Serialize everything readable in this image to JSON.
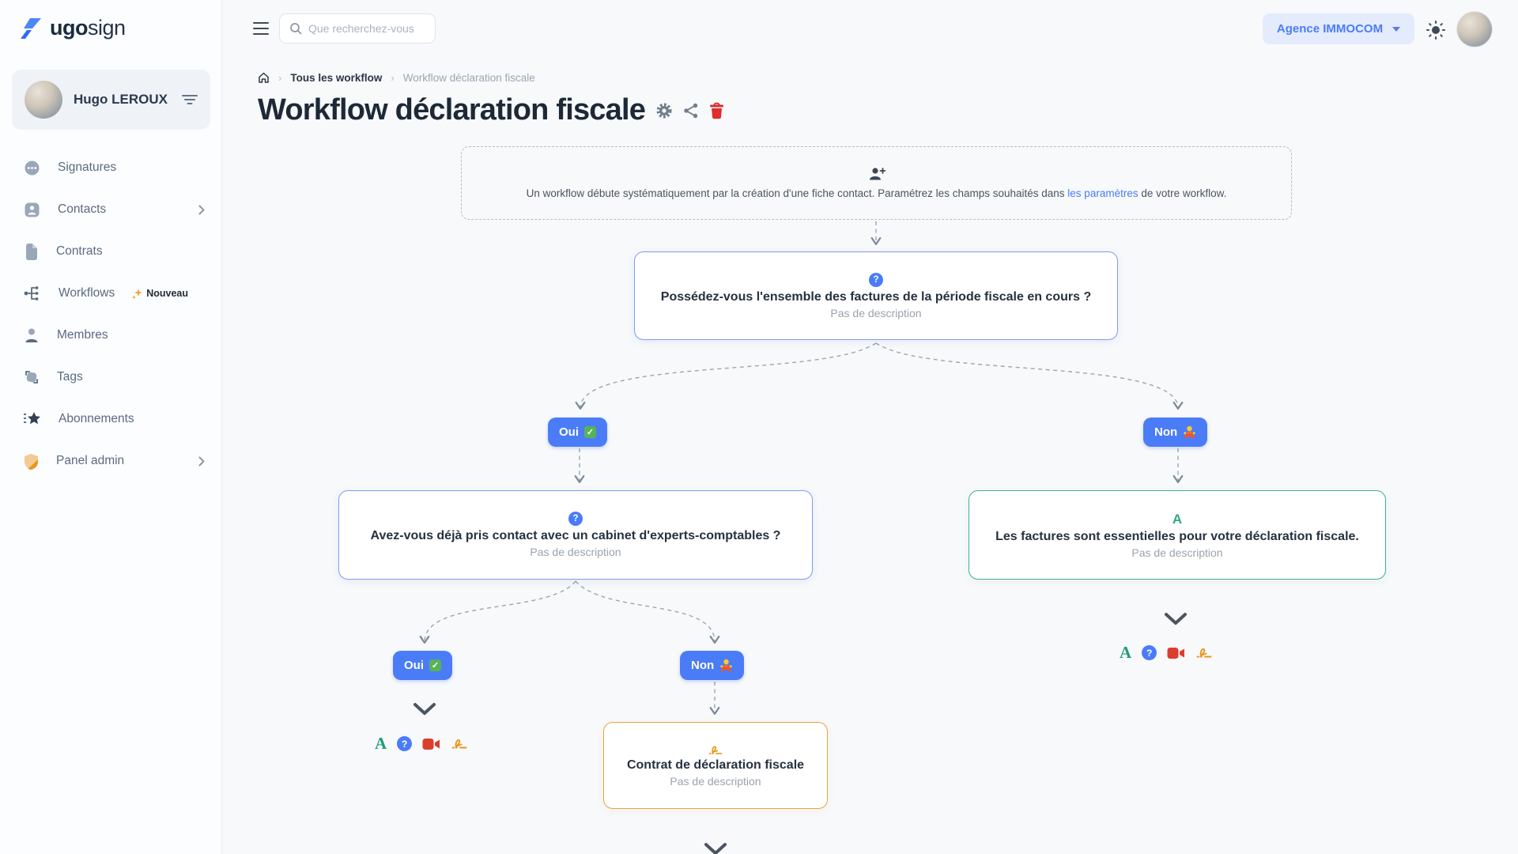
{
  "brand": {
    "logo_bold": "ugo",
    "logo_light": "sign"
  },
  "user_card": {
    "name": "Hugo LEROUX"
  },
  "sidebar": {
    "items": [
      {
        "label": "Signatures"
      },
      {
        "label": "Contacts"
      },
      {
        "label": "Contrats"
      },
      {
        "label": "Workflows",
        "badge": "Nouveau"
      },
      {
        "label": "Membres"
      },
      {
        "label": "Tags"
      },
      {
        "label": "Abonnements"
      },
      {
        "label": "Panel admin"
      }
    ]
  },
  "topbar": {
    "search_placeholder": "Que recherchez-vous",
    "org_name": "Agence IMMOCOM"
  },
  "breadcrumb": {
    "level1": "Tous les workflow",
    "level2": "Workflow déclaration fiscale"
  },
  "page": {
    "title": "Workflow déclaration fiscale"
  },
  "banner": {
    "text_before": "Un workflow débute systématiquement par la création d'une fiche contact. Paramétrez les champs souhaités dans",
    "link_text": "les paramètres",
    "text_after": "de votre workflow."
  },
  "flow": {
    "start_question": {
      "title": "Possédez-vous l'ensemble des factures de la période fiscale en cours ?",
      "description": "Pas de description"
    },
    "branch_top": {
      "yes_label": "Oui",
      "no_label": "Non"
    },
    "question2": {
      "title": "Avez-vous déjà pris contact avec un cabinet d'experts-comptables ?",
      "description": "Pas de description"
    },
    "info_node": {
      "marker": "A",
      "title": "Les factures sont essentielles pour votre déclaration fiscale.",
      "description": "Pas de description"
    },
    "branch_bottom": {
      "yes_label": "Oui",
      "no_label": "Non"
    },
    "contract_node": {
      "title": "Contrat de déclaration fiscale",
      "description": "Pas de description"
    },
    "question_badge": "?"
  },
  "icons": {
    "yes_emoji": "white-check-mark",
    "no_emoji": "person-gesturing-no",
    "node_type_icons": [
      "text-block",
      "question",
      "video",
      "signature"
    ]
  },
  "colors": {
    "accent_blue": "#4b7cf7",
    "node_blue_border": "#7f9cf0",
    "node_green_border": "#41b090",
    "node_orange_border": "#eba23f",
    "danger_red": "#e02d2d",
    "green_check": "#58b356",
    "orange_signature": "#e8961e"
  }
}
